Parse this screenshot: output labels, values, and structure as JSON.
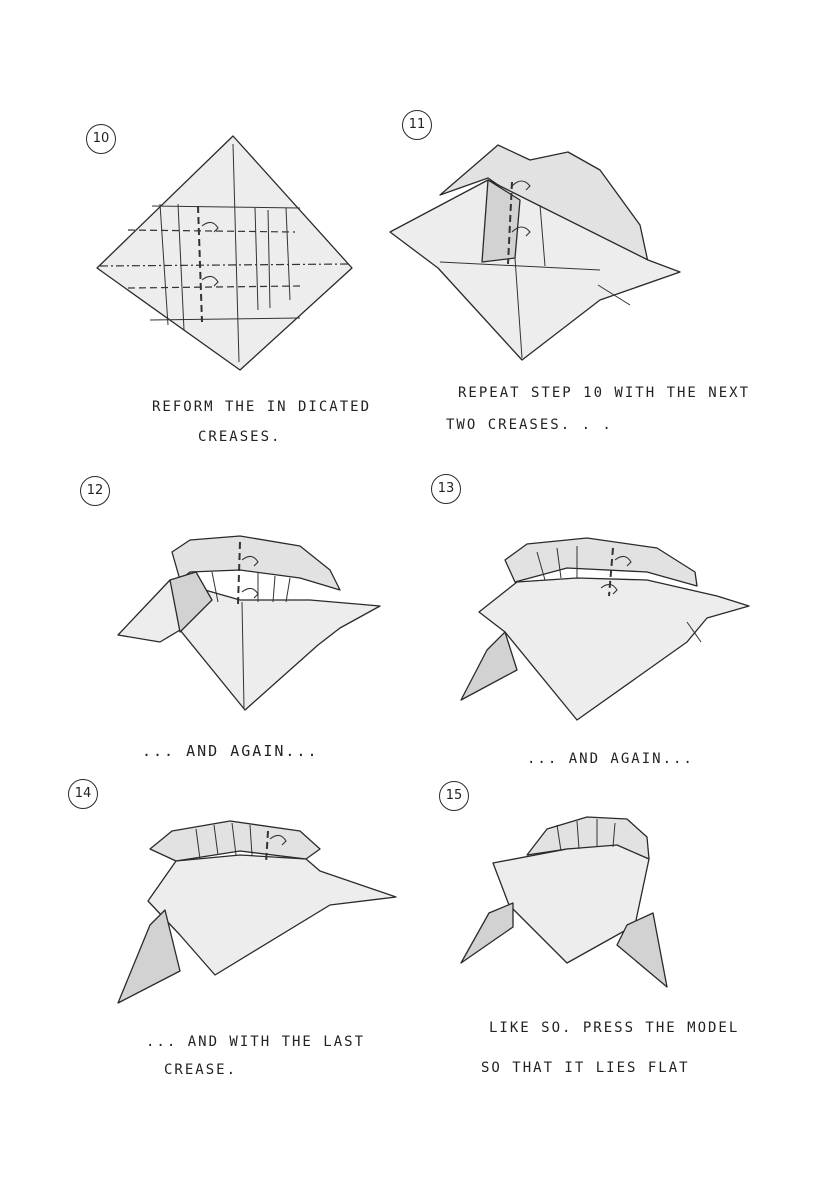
{
  "steps": [
    {
      "number": "10",
      "caption_lines": [
        "REFORM THE  IN DICATED",
        "CREASES."
      ]
    },
    {
      "number": "11",
      "caption_lines": [
        "REPEAT STEP 10 WITH THE NEXT",
        "TWO CREASES. . ."
      ]
    },
    {
      "number": "12",
      "caption_lines": [
        "...  AND  AGAIN..."
      ]
    },
    {
      "number": "13",
      "caption_lines": [
        "...  AND AGAIN..."
      ]
    },
    {
      "number": "14",
      "caption_lines": [
        "... AND WITH THE LAST",
        "CREASE."
      ]
    },
    {
      "number": "15",
      "caption_lines": [
        "LIKE SO. PRESS THE MODEL",
        "SO THAT IT LIES FLAT"
      ]
    }
  ]
}
